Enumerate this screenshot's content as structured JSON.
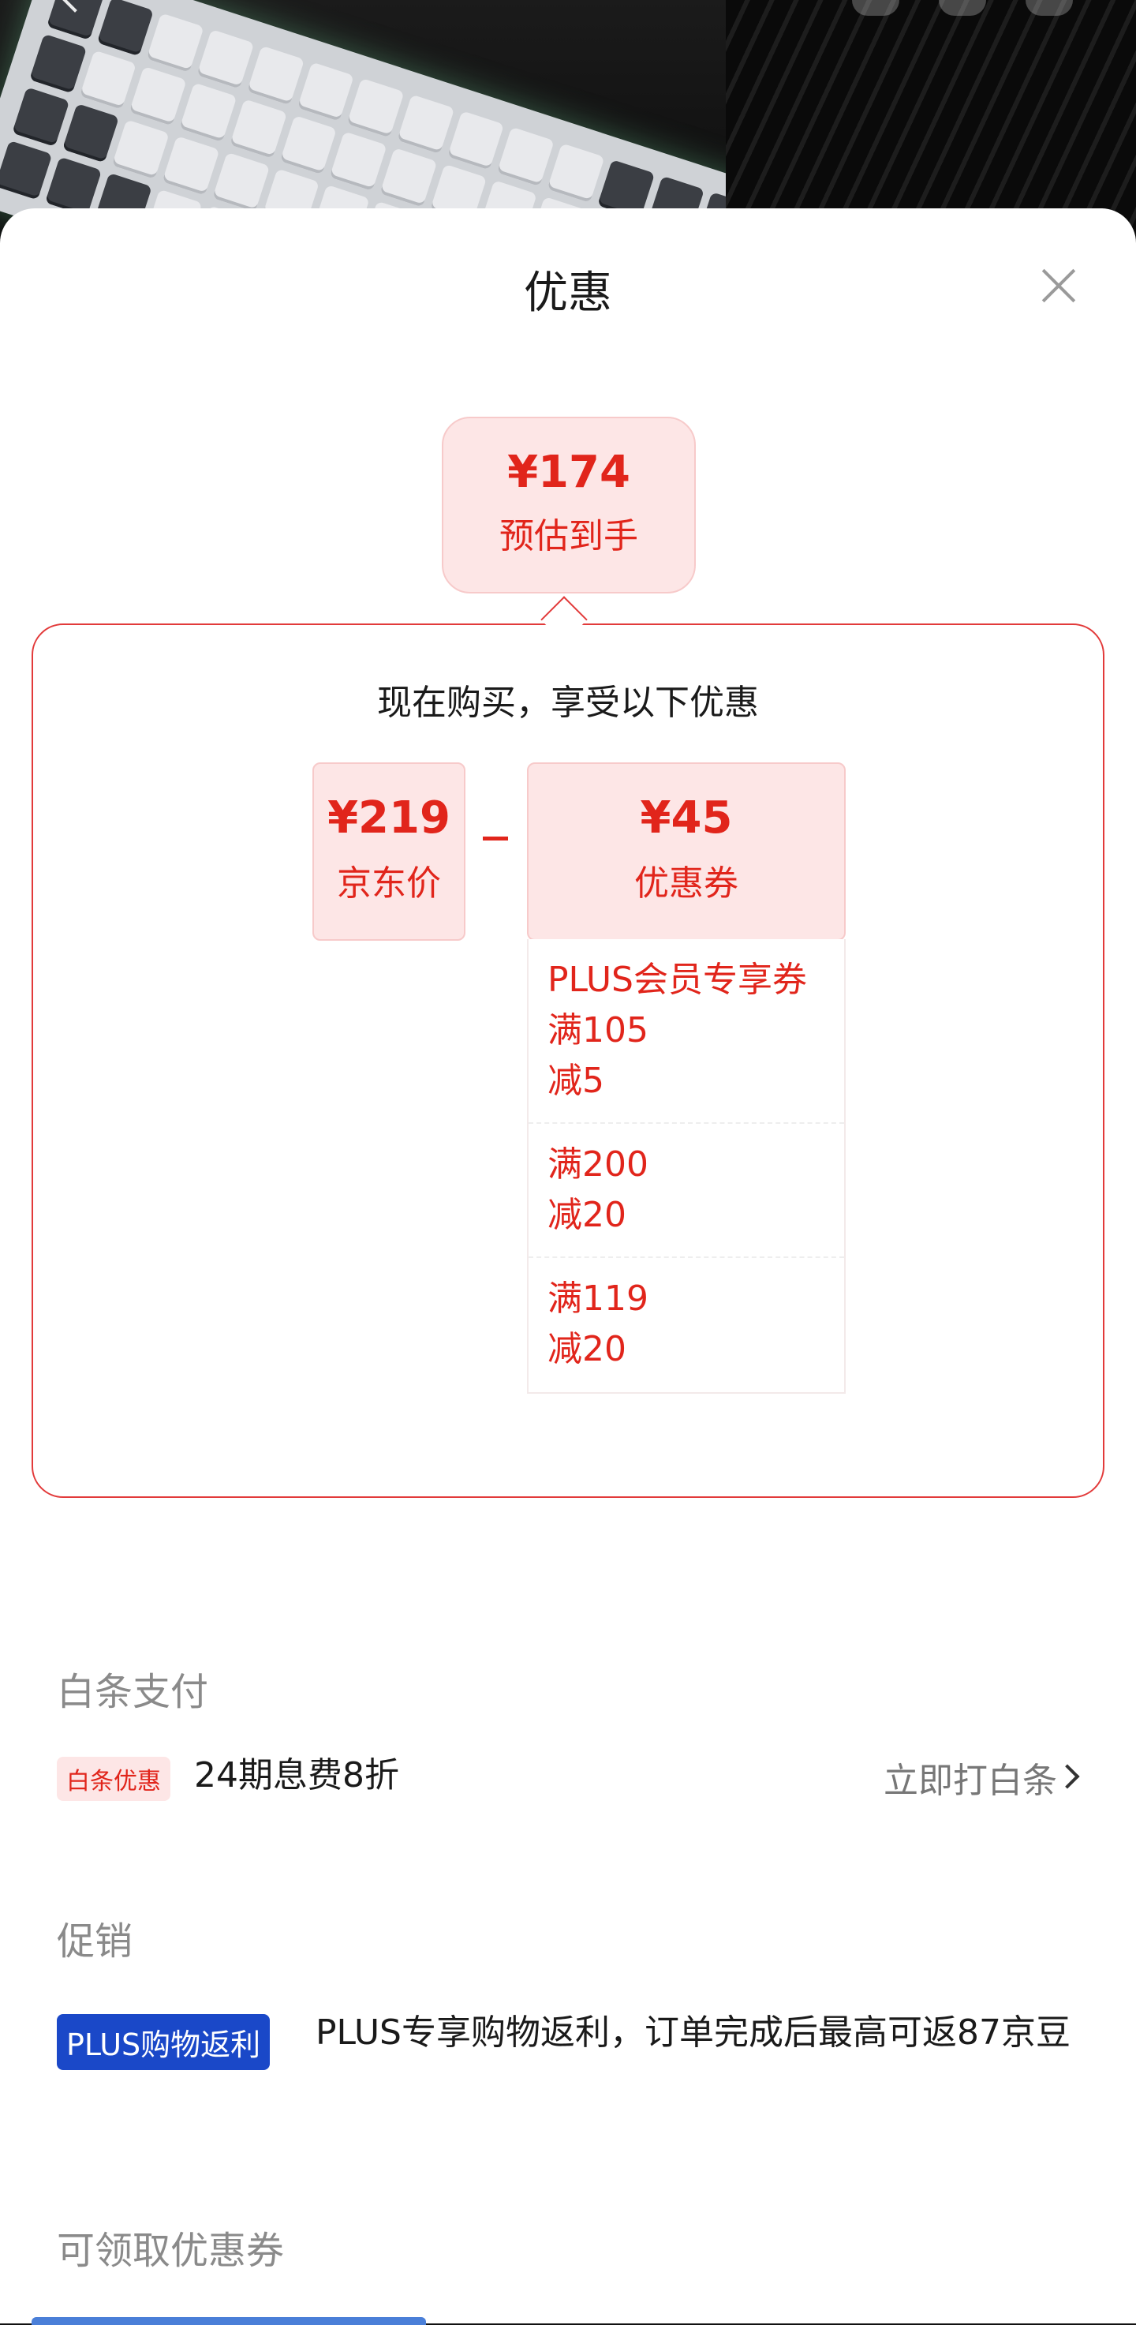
{
  "sheet": {
    "title": "优惠"
  },
  "estimate": {
    "price": "¥174",
    "label": "预估到手"
  },
  "breakdown": {
    "subtitle": "现在购买，享受以下优惠",
    "jd_price": {
      "price": "¥219",
      "label": "京东价"
    },
    "operator": "-",
    "coupon": {
      "price": "¥45",
      "label": "优惠券"
    },
    "coupon_items": [
      {
        "text": "PLUS会员专享券\n满105\n减5"
      },
      {
        "text": "满200\n减20"
      },
      {
        "text": "满119\n减20"
      }
    ]
  },
  "baitiao": {
    "section_title": "白条支付",
    "tag": "白条优惠",
    "text": "24期息费8折",
    "link": "立即打白条"
  },
  "promotion": {
    "section_title": "促销",
    "tag": "PLUS购物返利",
    "text": "PLUS专享购物返利，订单完成后最高可返87京豆"
  },
  "coupons": {
    "section_title": "可领取优惠券"
  },
  "colors": {
    "accent": "#e1251b",
    "accent_bg": "#fde6e6",
    "plus_blue": "#1a48c8"
  },
  "icons": {
    "back": "chevron-left-icon",
    "close": "close-icon",
    "link_chevron": "chevron-right-icon"
  }
}
